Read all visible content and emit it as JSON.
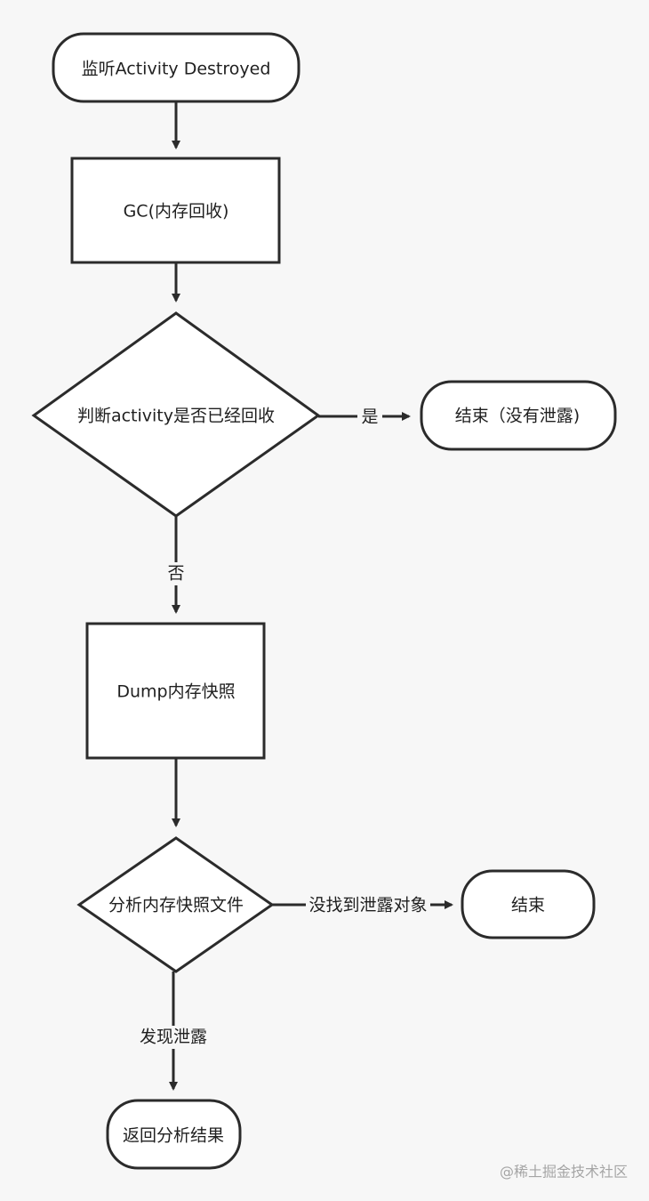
{
  "nodes": {
    "start": "监听Activity Destroyed",
    "gc": "GC(内存回收)",
    "check_recycled": "判断activity是否已经回收",
    "end_no_leak": "结束（没有泄露)",
    "dump": "Dump内存快照",
    "analyze": "分析内存快照文件",
    "end": "结束",
    "return_result": "返回分析结果"
  },
  "edges": {
    "yes": "是",
    "no": "否",
    "no_leak_found": "没找到泄露对象",
    "leak_found": "发现泄露"
  },
  "watermark": "@稀土掘金技术社区"
}
